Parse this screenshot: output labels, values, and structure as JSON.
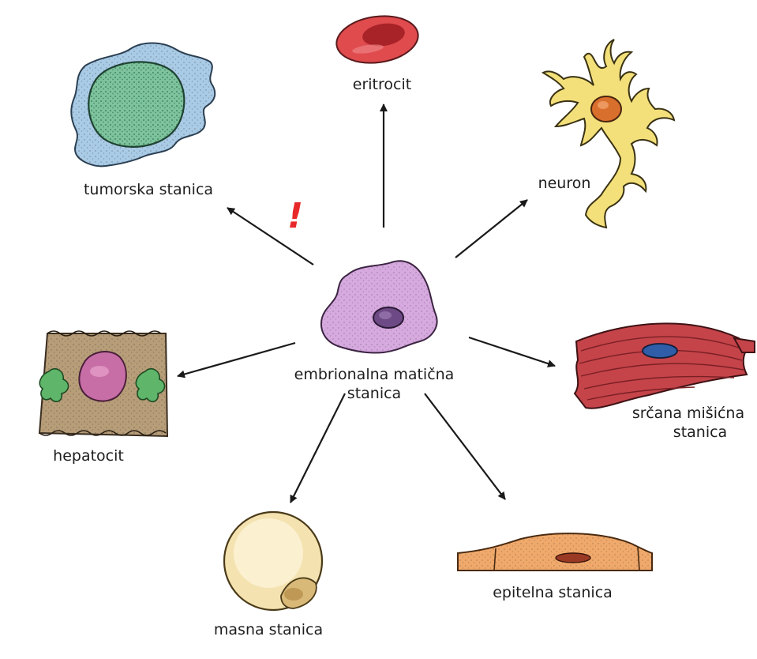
{
  "center": {
    "label_line1": "embrionalna matična",
    "label_line2": "stanica"
  },
  "cells": {
    "tumor": "tumorska stanica",
    "erythrocyte": "eritrocit",
    "neuron": "neuron",
    "hepatocyte": "hepatocit",
    "cardiac_line1": "srčana mišićna",
    "cardiac_line2": "stanica",
    "fat": "masna stanica",
    "epithelial": "epitelna stanica"
  },
  "warning": {
    "symbol": "!",
    "color": "#e8292a"
  },
  "colors": {
    "stem_cell": "#d6a9df",
    "tumor_cytoplasm": "#a9cbe6",
    "tumor_nucleus": "#7ec39d",
    "erythrocyte": "#e04b4e",
    "neuron": "#f3e07a",
    "neuron_nucleus": "#d96f2d",
    "hepatocyte": "#b79d78",
    "hepatocyte_nucleus": "#c86ea6",
    "cardiac": "#c4444a",
    "cardiac_nucleus": "#2f5da8",
    "fat": "#f4e3b0",
    "epithelial": "#f0a96b",
    "arrow": "#1a1a1a"
  }
}
